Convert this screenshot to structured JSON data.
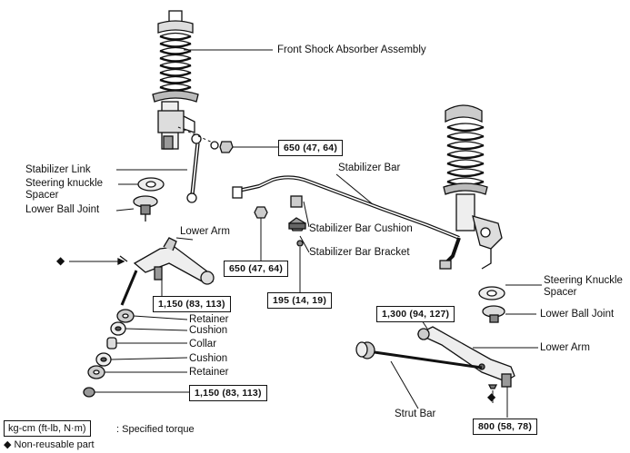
{
  "labels": {
    "front_shock": "Front Shock Absorber Assembly",
    "stabilizer_link": "Stabilizer Link",
    "steering_knuckle_spacer_left": "Steering knuckle\nSpacer",
    "lower_ball_joint_left": "Lower Ball Joint",
    "stabilizer_bar": "Stabilizer Bar",
    "stabilizer_bar_cushion": "Stabilizer Bar Cushion",
    "stabilizer_bar_bracket": "Stabilizer Bar Bracket",
    "lower_arm_left": "Lower Arm",
    "retainer_1": "Retainer",
    "cushion_1": "Cushion",
    "collar": "Collar",
    "cushion_2": "Cushion",
    "retainer_2": "Retainer",
    "steering_knuckle_spacer_right": "Steering Knuckle\nSpacer",
    "lower_ball_joint_right": "Lower Ball Joint",
    "lower_arm_right": "Lower Arm",
    "strut_bar": "Strut Bar"
  },
  "torques": {
    "t_650_top": "650 (47, 64)",
    "t_650_mid": "650 (47, 64)",
    "t_1150_upper": "1,150 (83, 113)",
    "t_1150_lower": "1,150 (83, 113)",
    "t_195": "195 (14, 19)",
    "t_1300": "1,300 (94, 127)",
    "t_800": "800 (58, 78)"
  },
  "legend": {
    "unit_box": "kg-cm (ft-lb, N·m)",
    "unit_desc": ": Specified torque",
    "nonreusable_symbol": "◆",
    "nonreusable_text": "Non-reusable part",
    "diamond_marker_left": "◆",
    "diamond_marker_right": "◆"
  }
}
